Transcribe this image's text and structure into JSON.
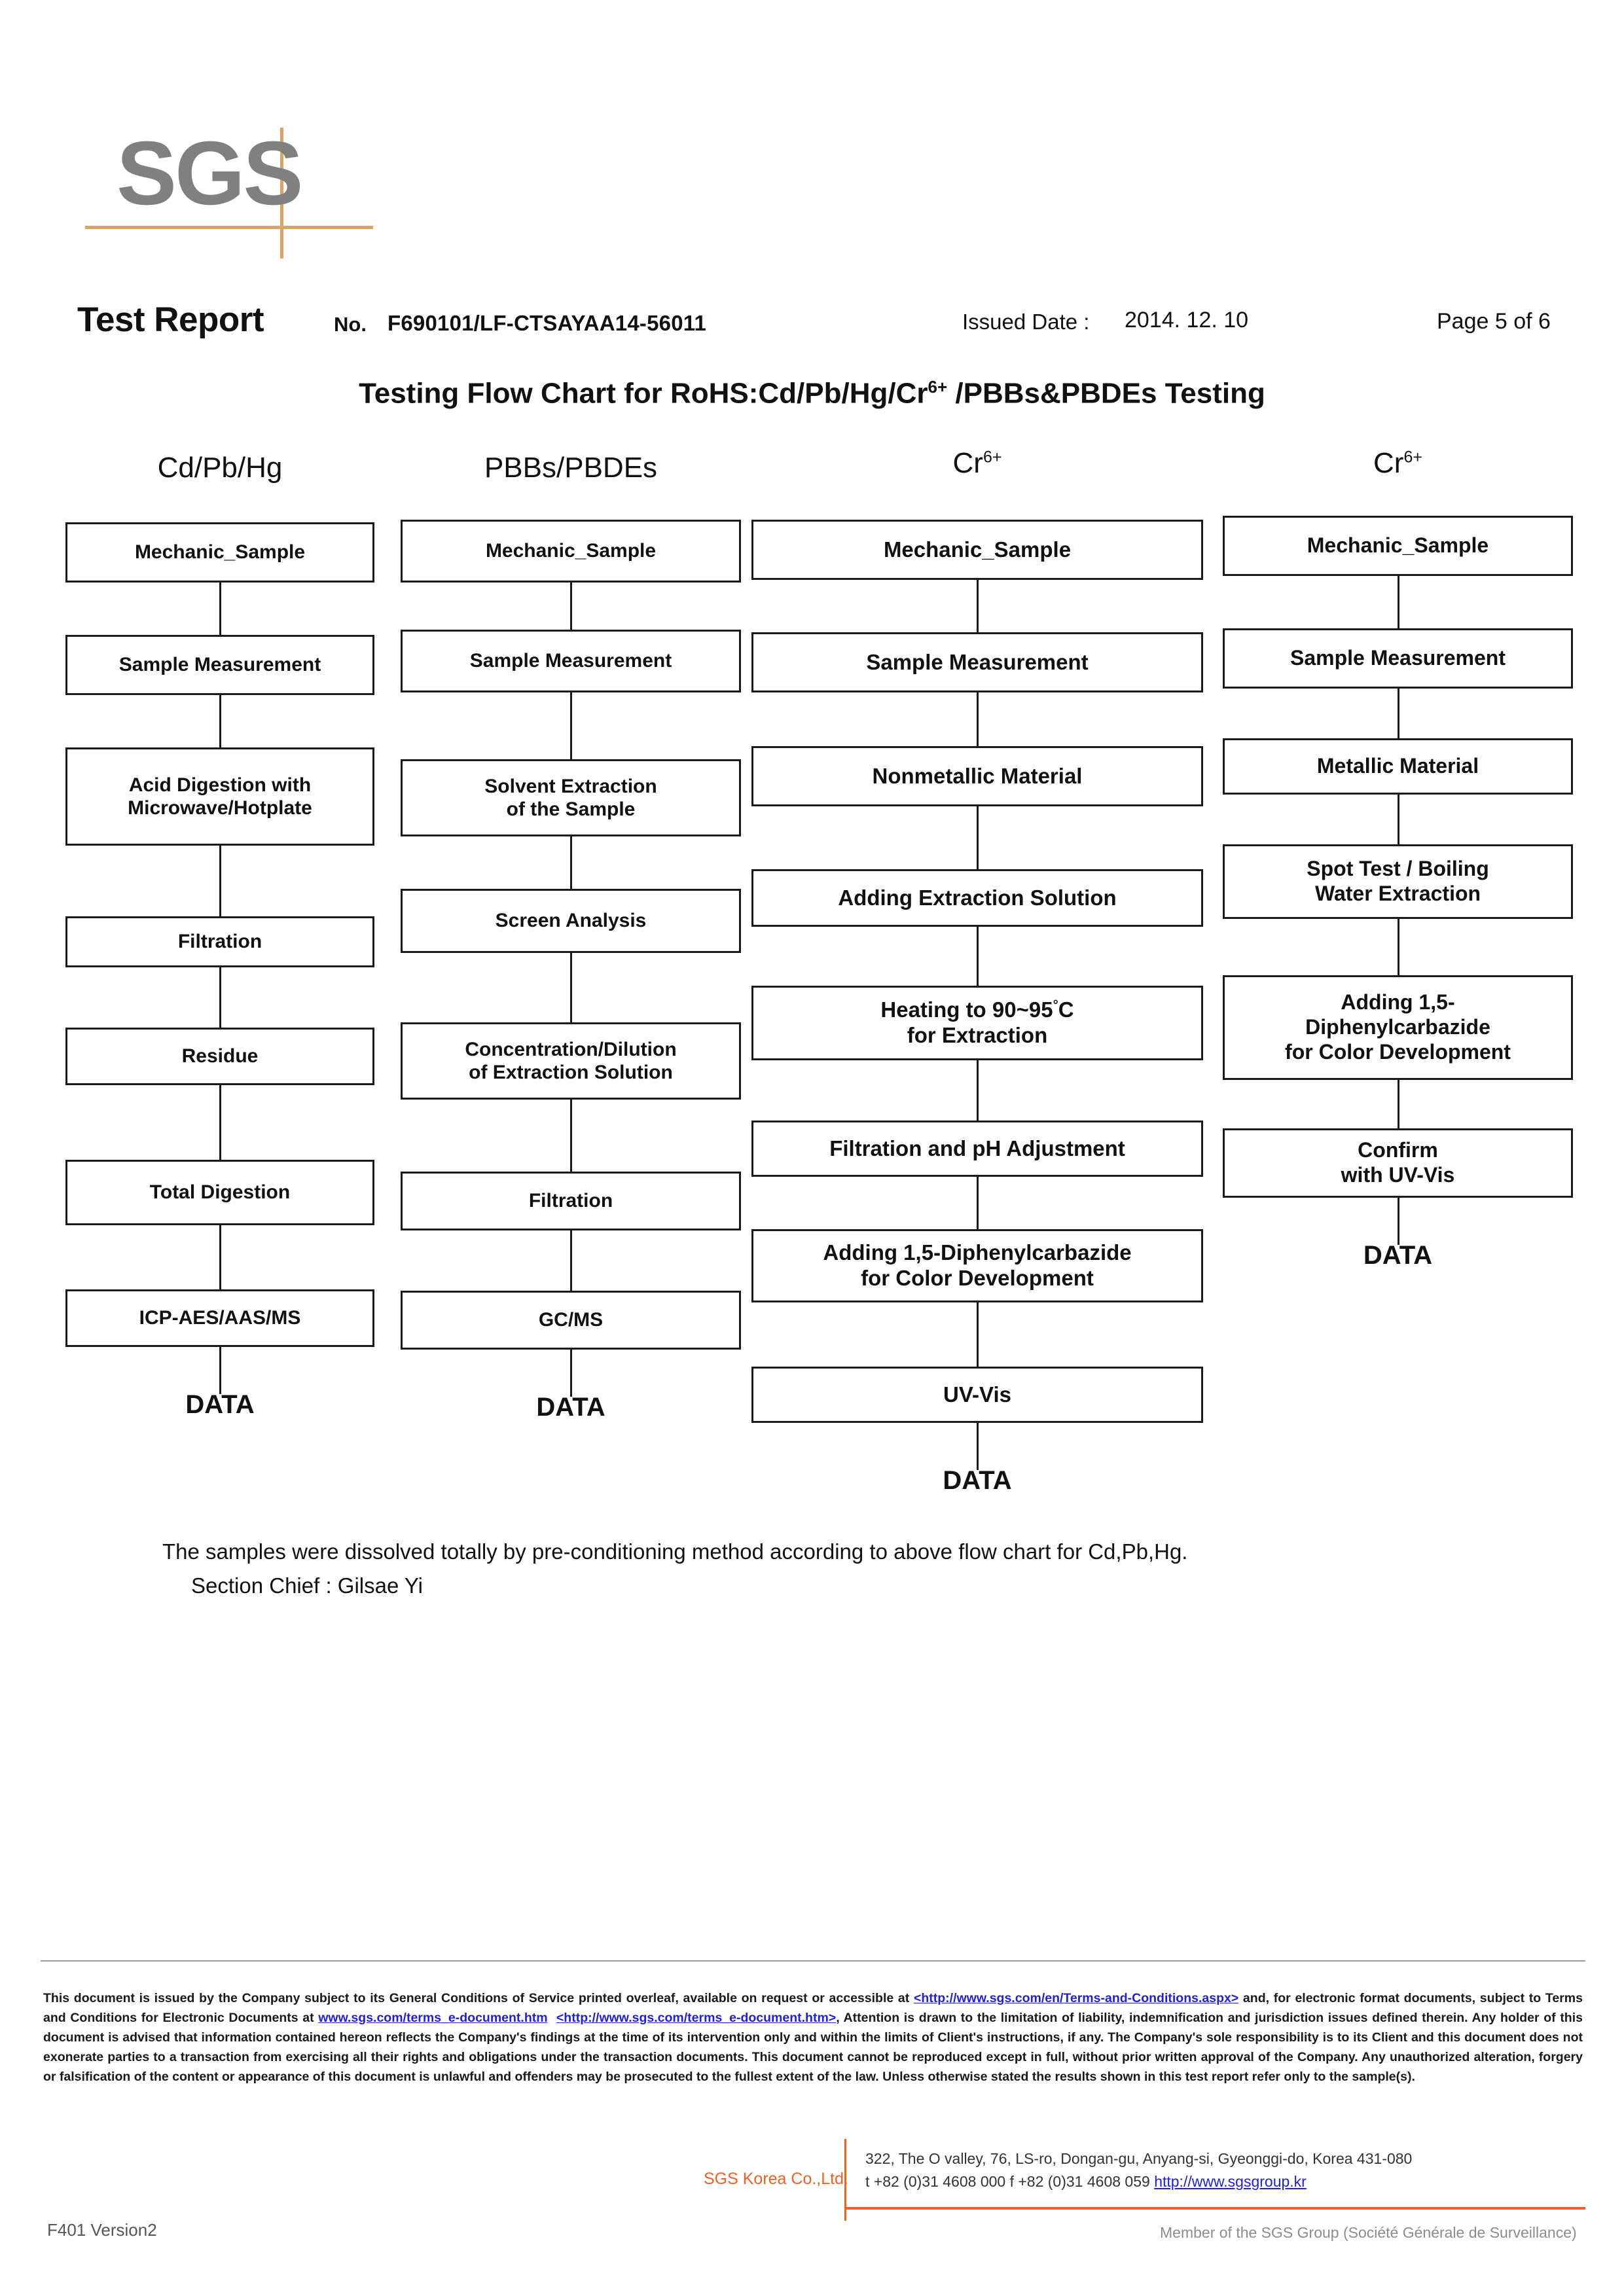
{
  "logo": {
    "text": "SGS"
  },
  "header": {
    "report_title": "Test Report",
    "no_label": "No.",
    "report_no": "F690101/LF-CTSAYAA14-56011",
    "issued_label": "Issued Date :",
    "issued_date": "2014. 12. 10",
    "page": "Page 5 of 6"
  },
  "chart_title": {
    "before_sup": "Testing Flow Chart for RoHS:Cd/Pb/Hg/Cr",
    "sup": "6+",
    "after_sup": " /PBBs&PBDEs Testing"
  },
  "columns": [
    {
      "heading": "Cd/Pb/Hg",
      "heading_sup": "",
      "terminal": "DATA",
      "steps": [
        {
          "lines": [
            "Mechanic_Sample"
          ]
        },
        {
          "lines": [
            "Sample Measurement"
          ]
        },
        {
          "lines": [
            "Acid Digestion with",
            "Microwave/Hotplate"
          ]
        },
        {
          "lines": [
            "Filtration"
          ]
        },
        {
          "lines": [
            "Residue"
          ]
        },
        {
          "lines": [
            "Total Digestion"
          ]
        },
        {
          "lines": [
            "ICP-AES/AAS/MS"
          ]
        }
      ]
    },
    {
      "heading": "PBBs/PBDEs",
      "heading_sup": "",
      "terminal": "DATA",
      "steps": [
        {
          "lines": [
            "Mechanic_Sample"
          ]
        },
        {
          "lines": [
            "Sample Measurement"
          ]
        },
        {
          "lines": [
            "Solvent Extraction",
            "of the Sample"
          ]
        },
        {
          "lines": [
            "Screen Analysis"
          ]
        },
        {
          "lines": [
            "Concentration/Dilution",
            "of Extraction Solution"
          ]
        },
        {
          "lines": [
            "Filtration"
          ]
        },
        {
          "lines": [
            "GC/MS"
          ]
        }
      ]
    },
    {
      "heading": "Cr",
      "heading_sup": "6+",
      "terminal": "DATA",
      "steps": [
        {
          "lines": [
            "Mechanic_Sample"
          ]
        },
        {
          "lines": [
            "Sample Measurement"
          ]
        },
        {
          "lines": [
            "Nonmetallic Material"
          ]
        },
        {
          "lines": [
            "Adding Extraction Solution"
          ]
        },
        {
          "lines": [
            "Heating to 90~95°C",
            "for Extraction"
          ]
        },
        {
          "lines": [
            "Filtration and pH Adjustment"
          ]
        },
        {
          "lines": [
            "Adding 1,5-Diphenylcarbazide",
            "for Color Development"
          ]
        },
        {
          "lines": [
            "UV-Vis"
          ]
        }
      ]
    },
    {
      "heading": "Cr",
      "heading_sup": "6+",
      "terminal": "DATA",
      "steps": [
        {
          "lines": [
            "Mechanic_Sample"
          ]
        },
        {
          "lines": [
            "Sample Measurement"
          ]
        },
        {
          "lines": [
            "Metallic Material"
          ]
        },
        {
          "lines": [
            "Spot Test / Boiling",
            "Water Extraction"
          ]
        },
        {
          "lines": [
            "Adding 1,5-",
            "Diphenylcarbazide",
            "for Color Development"
          ]
        },
        {
          "lines": [
            "Confirm",
            "with UV-Vis"
          ]
        }
      ]
    }
  ],
  "notes": {
    "line1": "The samples were dissolved totally by pre-conditioning method according to above flow chart for Cd,Pb,Hg.",
    "line2": "Section Chief  :  Gilsae Yi"
  },
  "footer": {
    "paragraph_part1": "This document is issued by the Company subject to its General Conditions of Service printed overleaf, available on request or accessible at ",
    "link1": "<http://www.sgs.com/en/Terms-and-Conditions.aspx>",
    "paragraph_part2": " and, for electronic format documents, subject to Terms and Conditions for Electronic Documents at ",
    "link2": "www.sgs.com/terms_e-document.htm",
    "link3": "<http://www.sgs.com/terms_e-document.htm>",
    "paragraph_part3": ", Attention is drawn to the limitation of liability, indemnification and jurisdiction issues defined therein. Any holder of this document is advised that information contained hereon reflects the Company's findings at the time of its intervention only and within the limits of Client's instructions, if any. The Company's sole responsibility is to its Client and this document does not exonerate parties to a transaction from exercising all their rights and obligations under the transaction documents. This document cannot be reproduced except in full, without prior written approval of the Company. Any unauthorized alteration, forgery or falsification of the content or appearance of this document is unlawful and offenders may be prosecuted to the fullest extent of the law.   Unless otherwise stated the results shown in this test report refer only to the sample(s).",
    "company": "SGS Korea Co.,Ltd.",
    "address": "322, The O valley, 76, LS-ro, Dongan-gu, Anyang-si, Gyeonggi-do, Korea 431-080",
    "contact": "t +82 (0)31 4608 000  f +82 (0)31 4608 059 ",
    "website": "http://www.sgsgroup.kr",
    "member": "Member of the SGS Group (Société Générale de Surveillance)",
    "version": "F401 Version2"
  }
}
